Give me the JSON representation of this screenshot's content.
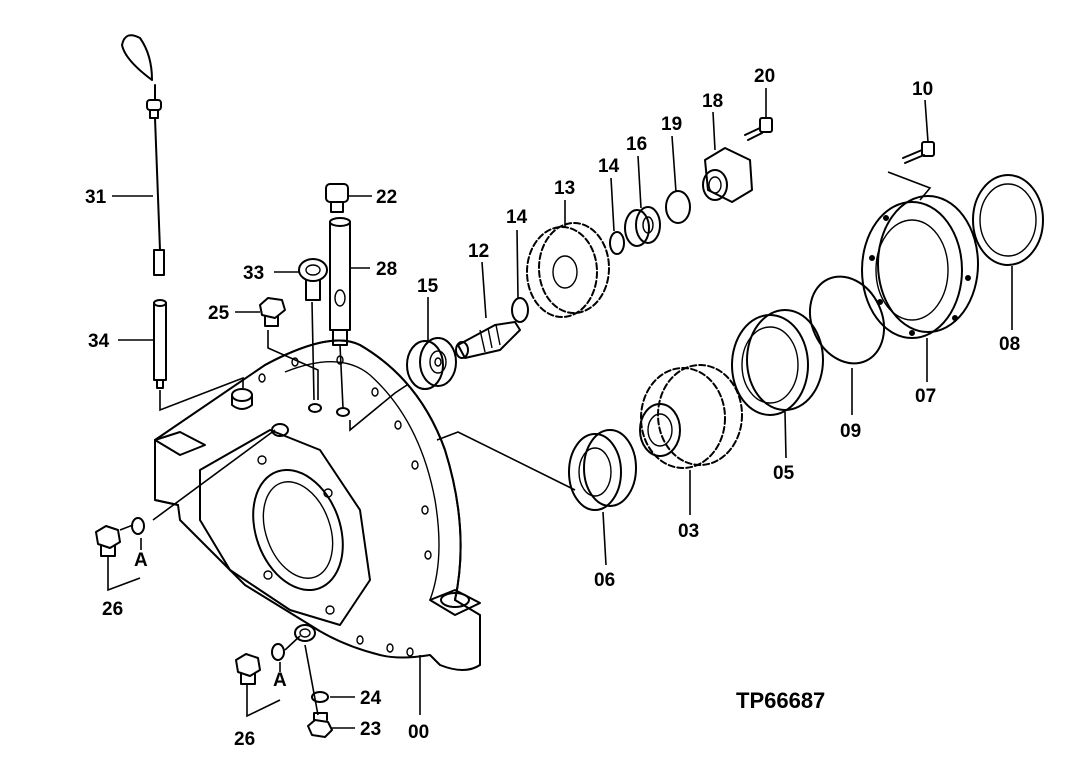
{
  "diagram": {
    "reference": "TP66687",
    "callouts": {
      "p00": "00",
      "p03": "03",
      "p05": "05",
      "p06": "06",
      "p07": "07",
      "p08": "08",
      "p09": "09",
      "p10": "10",
      "p12": "12",
      "p13": "13",
      "p14a": "14",
      "p14b": "14",
      "p15": "15",
      "p16": "16",
      "p18": "18",
      "p19": "19",
      "p20": "20",
      "p22": "22",
      "p23": "23",
      "p24": "24",
      "p25": "25",
      "p26a": "26",
      "p26b": "26",
      "p28": "28",
      "p31": "31",
      "p33": "33",
      "p34": "34",
      "detailA1": "A",
      "detailA2": "A"
    }
  }
}
